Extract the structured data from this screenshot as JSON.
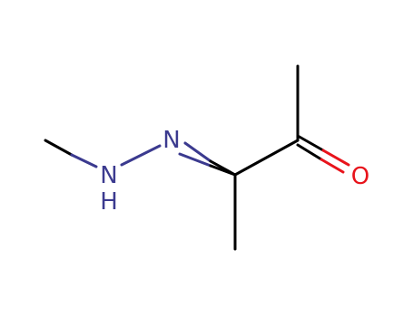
{
  "molecule": {
    "atoms": {
      "nitrogen_imine": "N",
      "nitrogen_amine": "N",
      "hydrogen_amine": "H",
      "oxygen_carbonyl": "O"
    },
    "colors": {
      "carbon_bond": "#000000",
      "nitrogen": "#3b3a8f",
      "oxygen": "#e8141c"
    }
  }
}
